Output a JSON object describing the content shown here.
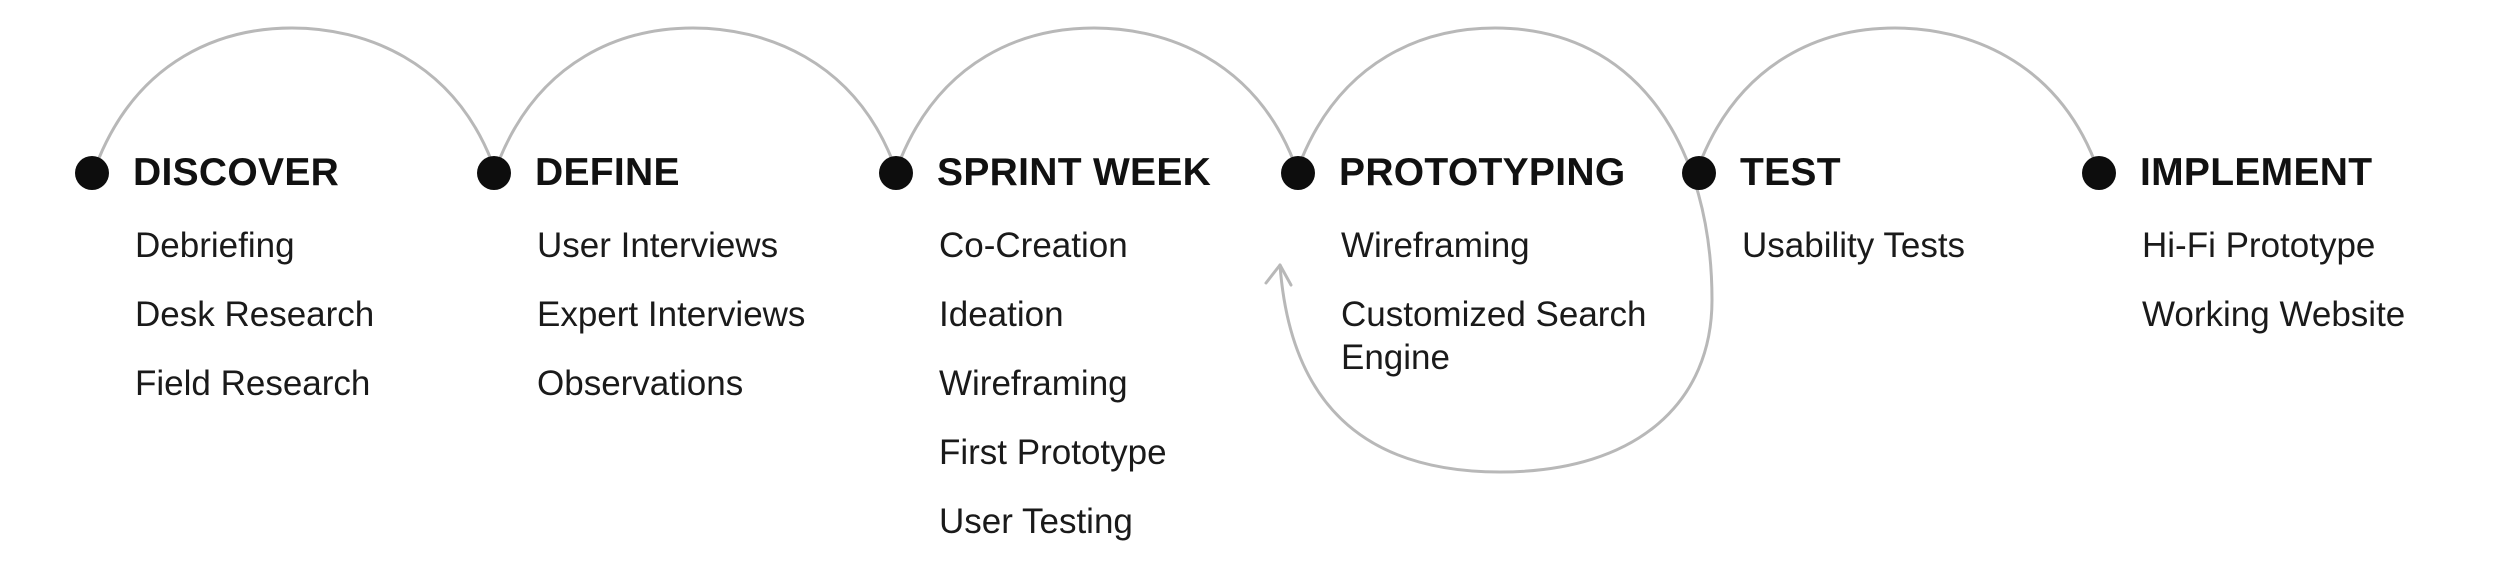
{
  "diagram": {
    "line_color": "#b8b8b8",
    "node_color": "#0d0d0d",
    "stages": [
      {
        "title": "DISCOVER",
        "items": [
          "Debriefing",
          "Desk Research",
          "Field Research"
        ]
      },
      {
        "title": "DEFINE",
        "items": [
          "User Interviews",
          "Expert Interviews",
          "Observations"
        ]
      },
      {
        "title": "SPRINT WEEK",
        "items": [
          "Co-Creation",
          "Ideation",
          "Wireframing",
          "First Prototype",
          "User Testing"
        ]
      },
      {
        "title": "PROTOTYPING",
        "items": [
          "Wireframing",
          "Customized Search\nEngine"
        ]
      },
      {
        "title": "TEST",
        "items": [
          "Usability Tests"
        ]
      },
      {
        "title": "IMPLEMENT",
        "items": [
          "Hi-Fi Prototype",
          "Working Website"
        ]
      }
    ]
  }
}
